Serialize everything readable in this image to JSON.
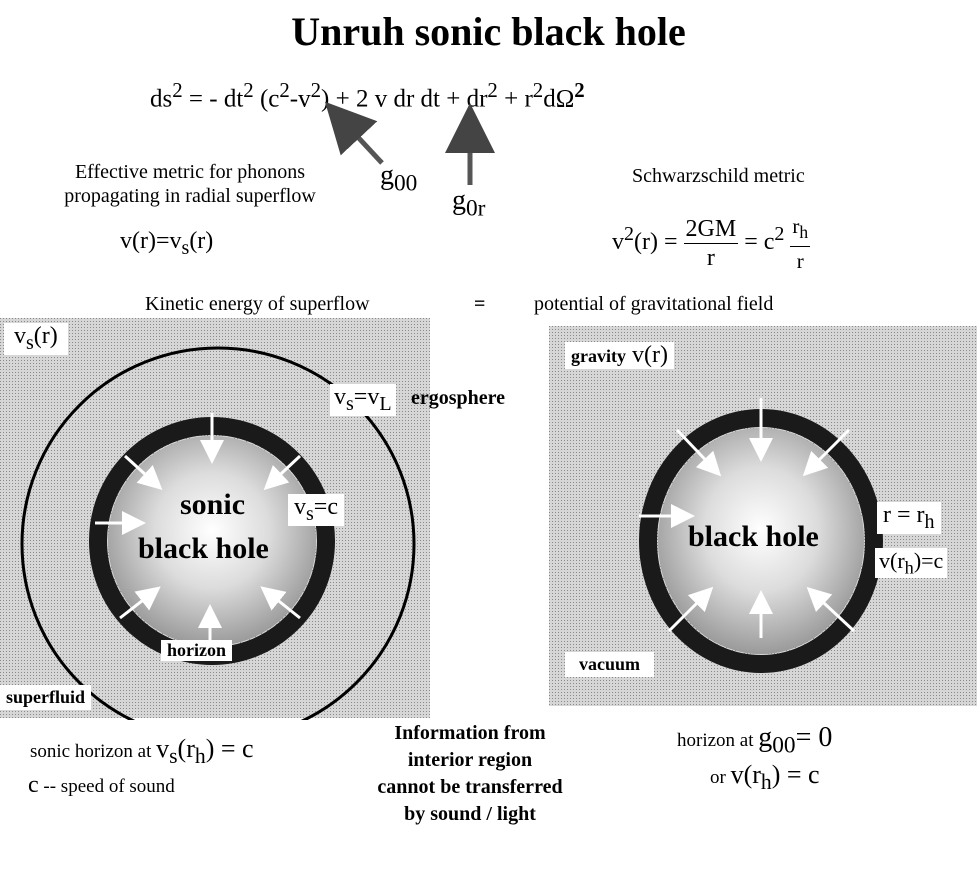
{
  "title": "Unruh sonic black hole",
  "metric_equation": {
    "ds": "ds",
    "t1": " = - dt",
    "t2": " (c",
    "t3": "-v",
    "t4": ")  +  2 v dr dt  + dr",
    "t5": " +  r",
    "t6": "dΩ",
    "sq": "2"
  },
  "g00_label": {
    "g": "g",
    "sub": "00"
  },
  "g0r_label": {
    "g": "g",
    "sub": "0r"
  },
  "effective_metric_text": [
    "Effective metric for phonons",
    "propagating in radial superflow"
  ],
  "vr_eq": {
    "a": "v(r)=v",
    "sub": "s",
    "b": "(r)"
  },
  "schwarzschild_title": "Schwarzschild metric",
  "schwarzschild_eq": {
    "lhs": "v",
    "sq": "2",
    "lhs2": "(r) = ",
    "num": "2GM",
    "den": "r",
    "mid": " = c",
    "num2": "r",
    "num2sub": "h",
    "den2": "r"
  },
  "kinetic_text": "Kinetic energy of superflow",
  "equals": "=",
  "potential_text": "potential of gravitational field",
  "left_panel": {
    "vs_label": {
      "a": "v",
      "sub": "s",
      "b": "(r)"
    },
    "vsvl_label": {
      "a": "v",
      "sub": "s",
      "b": "=v",
      "sub2": "L"
    },
    "ergosphere": "ergosphere",
    "sonic": "sonic",
    "black_hole": "black hole",
    "vsc_label": {
      "a": "v",
      "sub": "s",
      "b": "=c"
    },
    "horizon": "horizon",
    "superfluid": "superfluid"
  },
  "right_panel": {
    "gravity": "gravity",
    "vr": "v(r)",
    "black_hole": "black hole",
    "r_rh": {
      "a": "r  =  r",
      "sub": "h"
    },
    "vrh": {
      "a": "v(r",
      "sub": "h",
      "b": ")=c"
    },
    "vacuum": "vacuum"
  },
  "sonic_horizon": {
    "a": "sonic horizon at  ",
    "b": "v",
    "sub": "s",
    "c": "(r",
    "sub2": "h",
    "d": ") = c"
  },
  "speed_of_sound": {
    "c": "c",
    "text": " -- speed of  sound"
  },
  "info_text": [
    "Information from",
    "interior region",
    "cannot be transferred",
    "by sound / light"
  ],
  "horizon_at": {
    "a": "horizon at  ",
    "g": "g",
    "sub": "00",
    "b": "= 0"
  },
  "or_vrh": {
    "a": "or  ",
    "b": "v(r",
    "sub": "h",
    "c": ") = c"
  },
  "colors": {
    "dotted_bg": "#c8c8c8",
    "ring": "#1a1a1a",
    "white": "#ffffff"
  }
}
